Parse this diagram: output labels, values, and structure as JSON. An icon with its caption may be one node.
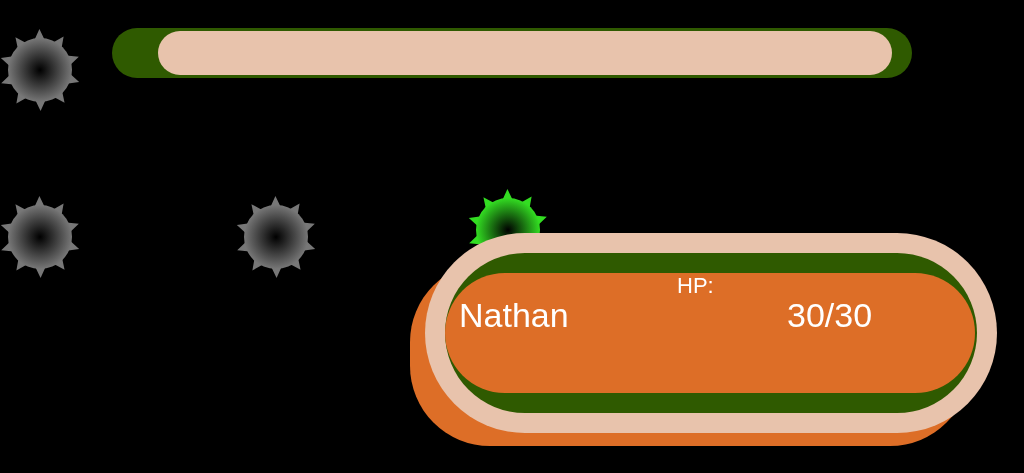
{
  "diagram": {
    "nodes": [
      {
        "text": [
          "HP:",
          "Nathan",
          "30/30"
        ]
      }
    ]
  }
}
